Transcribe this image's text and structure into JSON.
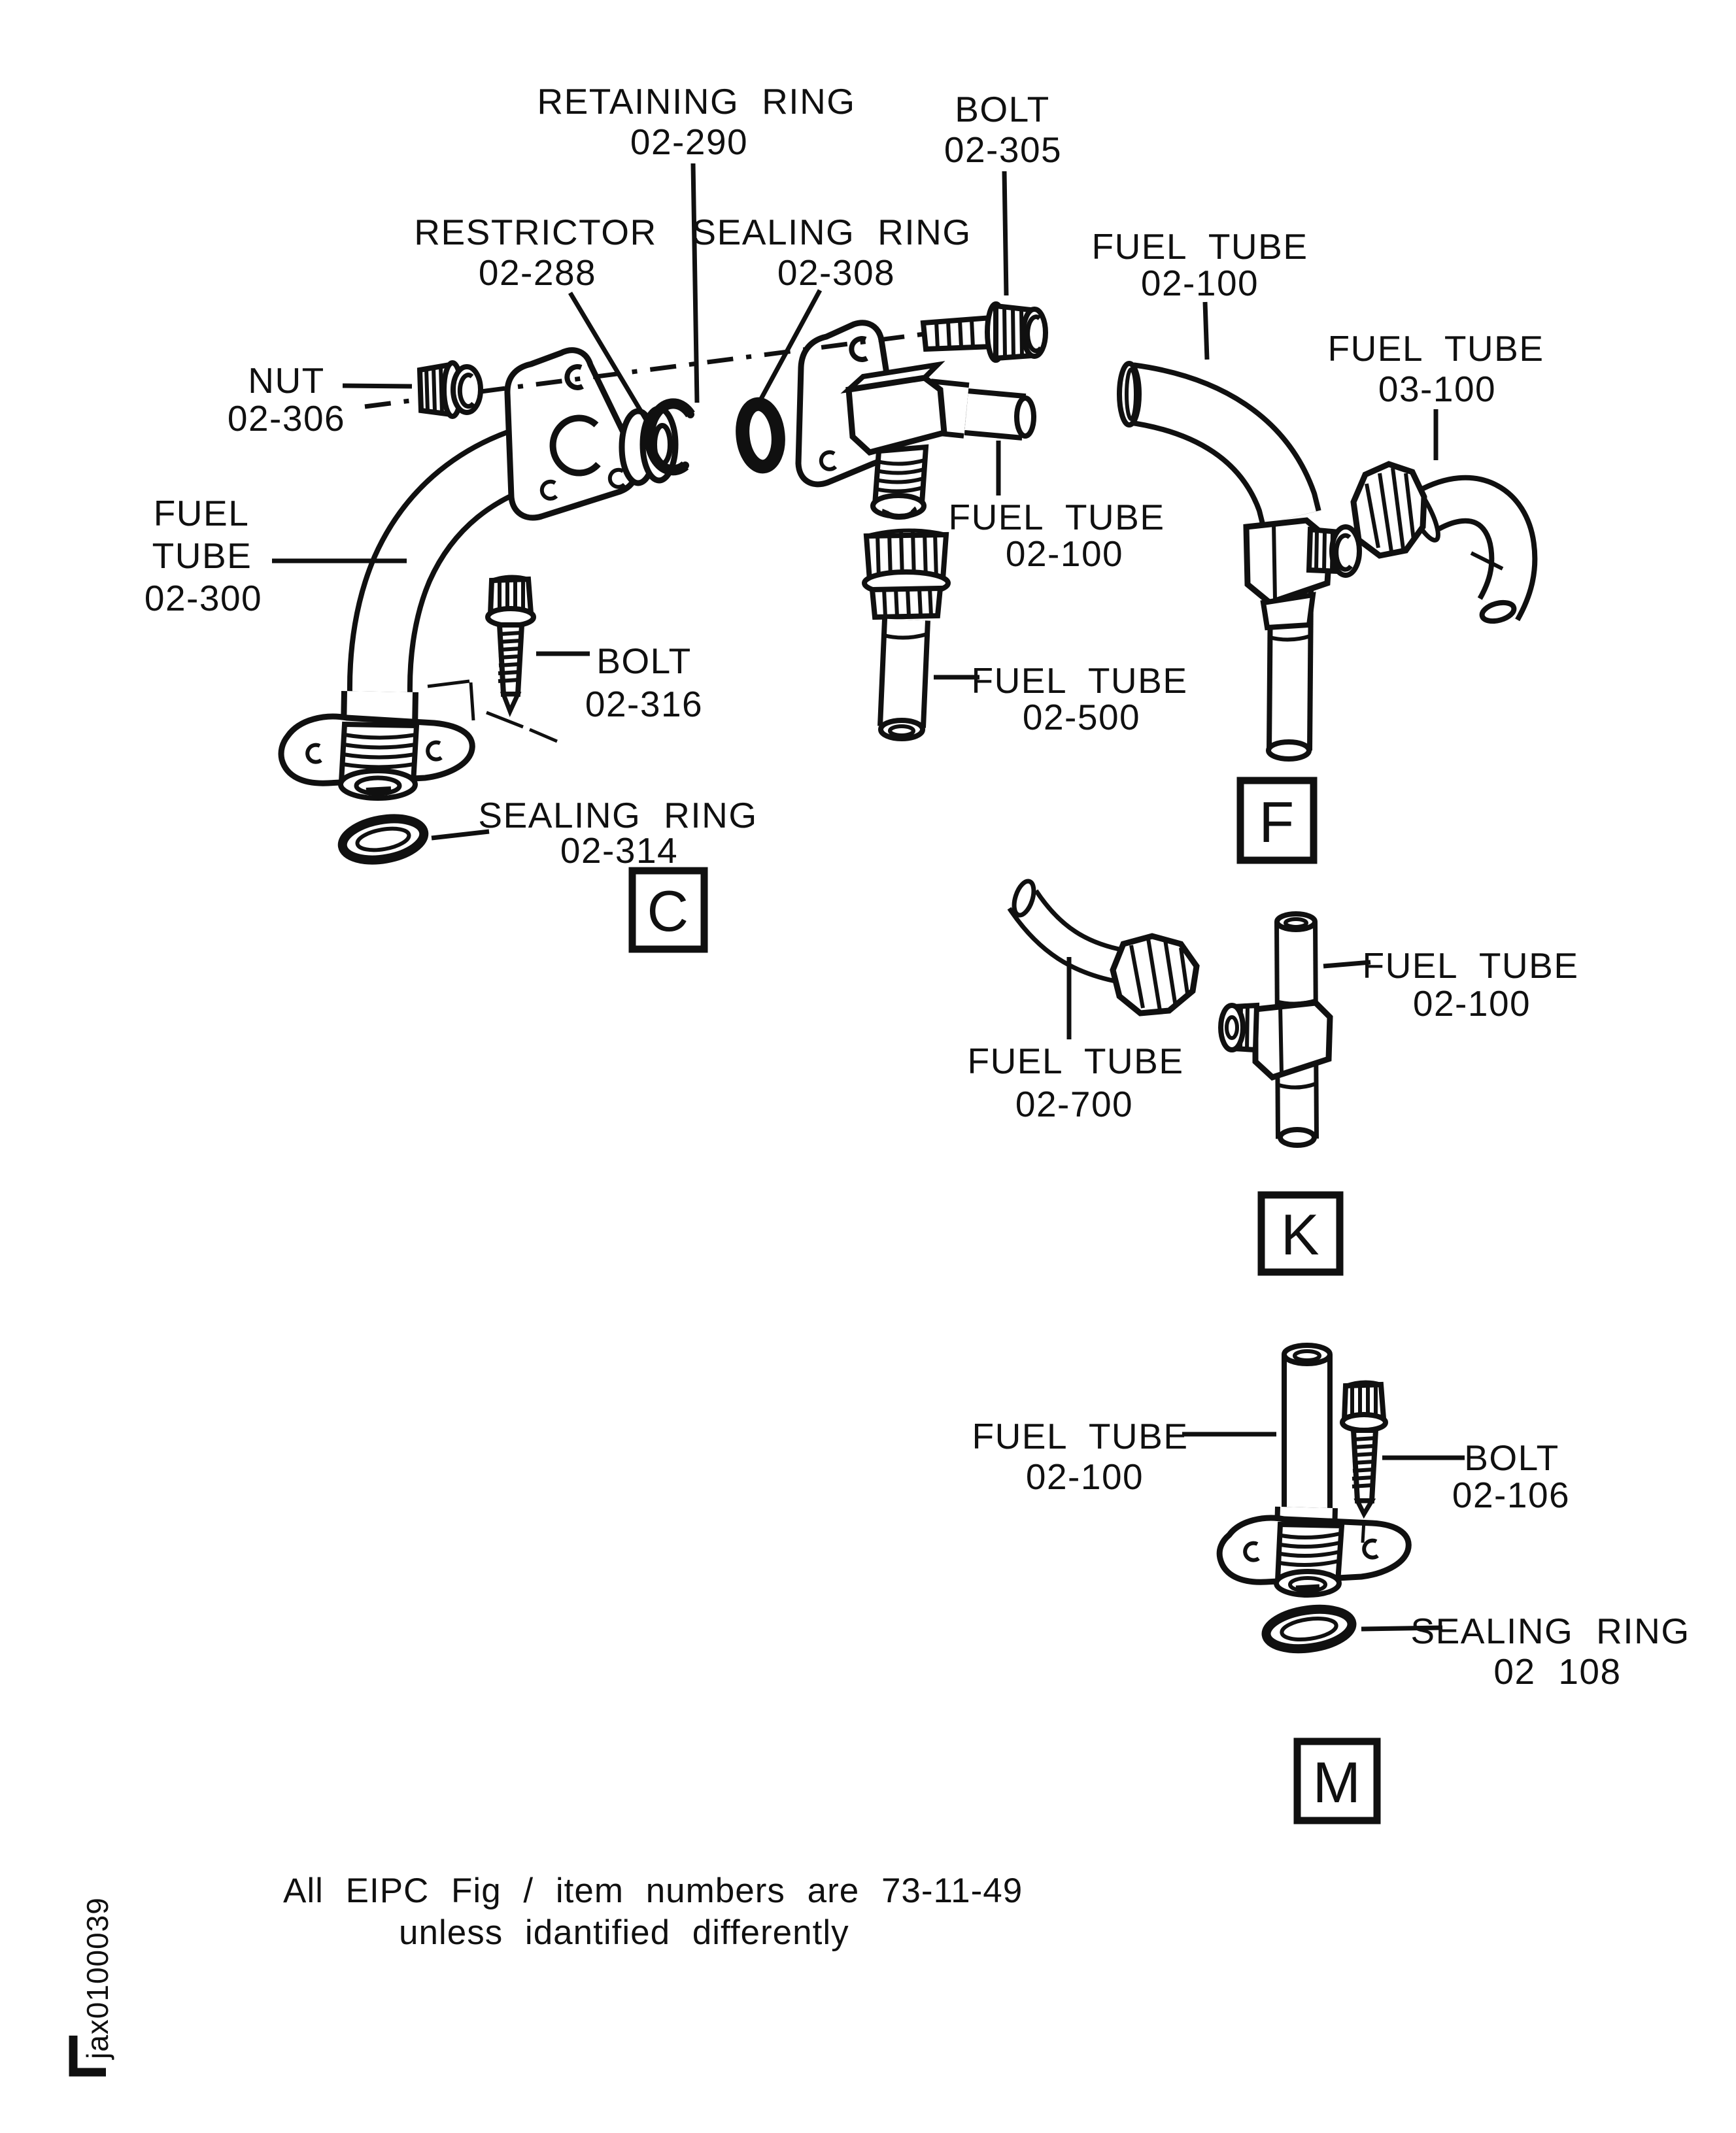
{
  "colors": {
    "ink": "#101010",
    "paper": "#ffffff"
  },
  "sections": {
    "c": "C",
    "f": "F",
    "k": "K",
    "m": "M"
  },
  "parts": {
    "retaining_ring": {
      "name": "RETAINING RING",
      "number": "02-290"
    },
    "bolt_02_305": {
      "name": "BOLT",
      "number": "02-305"
    },
    "restrictor": {
      "name": "RESTRICTOR",
      "number": "02-288"
    },
    "sealing_ring_02_308": {
      "name": "SEALING RING",
      "number": "02-308"
    },
    "nut_02_306": {
      "name": "NUT",
      "number": "02-306"
    },
    "fuel_tube_02_300": {
      "name": "FUEL TUBE",
      "number": "02-300"
    },
    "bolt_02_316": {
      "name": "BOLT",
      "number": "02-316"
    },
    "sealing_ring_02_314": {
      "name": "SEALING RING",
      "number": "02-314"
    },
    "fuel_tube_02_100": {
      "name": "FUEL TUBE",
      "number": "02-100"
    },
    "fuel_tube_02_500": {
      "name": "FUEL TUBE",
      "number": "02-500"
    },
    "fuel_tube_03_100": {
      "name": "FUEL TUBE",
      "number": "03-100"
    },
    "fuel_tube_02_700": {
      "name": "FUEL TUBE",
      "number": "02-700"
    },
    "bolt_02_106": {
      "name": "BOLT",
      "number": "02-106"
    },
    "sealing_ring_02_108": {
      "name": "SEALING RING",
      "number": "02 108"
    }
  },
  "note": {
    "line1": "All EIPC Fig / item numbers are 73-11-49",
    "line2": "unless idantified differently"
  },
  "footer": {
    "drawing_id": "jax0100039"
  }
}
